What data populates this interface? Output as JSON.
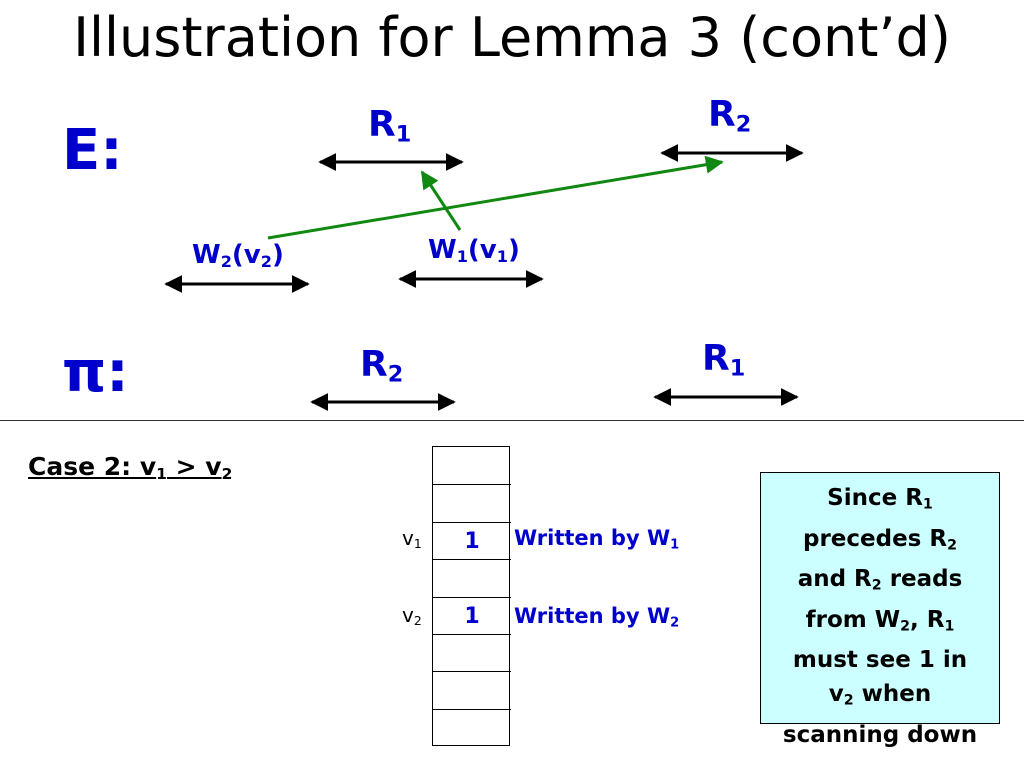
{
  "title": "Illustration for Lemma 3 (cont’d)",
  "E_label": "E:",
  "pi_label": "π:",
  "E_row": {
    "R1": {
      "base": "R",
      "sub": "1"
    },
    "R2": {
      "base": "R",
      "sub": "2"
    },
    "W2": {
      "base": "W",
      "sub": "2",
      "arg": "v",
      "arg_sub": "2"
    },
    "W1": {
      "base": "W",
      "sub": "1",
      "arg": "v",
      "arg_sub": "1"
    }
  },
  "pi_row": {
    "R2": {
      "base": "R",
      "sub": "2"
    },
    "R1": {
      "base": "R",
      "sub": "1"
    }
  },
  "case": {
    "prefix": "Case 2: v",
    "sub1": "1",
    "op": " > v",
    "sub2": "2"
  },
  "array": {
    "v1_label": "v",
    "v1_sub": "1",
    "v1_value": "1",
    "v2_label": "v",
    "v2_sub": "2",
    "v2_value": "1",
    "w1_text": "Written by W",
    "w1_sub": "1",
    "w2_text": "Written by W",
    "w2_sub": "2"
  },
  "note": {
    "l1a": "Since R",
    "l1s": "1",
    "l2a": "precedes R",
    "l2s": "2",
    "l3a": "and R",
    "l3s": "2",
    "l3b": " reads",
    "l4a": "from W",
    "l4s": "2",
    "l4b": ", R",
    "l4s2": "1",
    "l5": "must see 1 in",
    "l6a": "v",
    "l6s": "2",
    "l6b": " when",
    "l7": "scanning down"
  },
  "colors": {
    "label": "#0000cc",
    "arrow_green": "#118811",
    "note_bg": "#ccffff"
  }
}
